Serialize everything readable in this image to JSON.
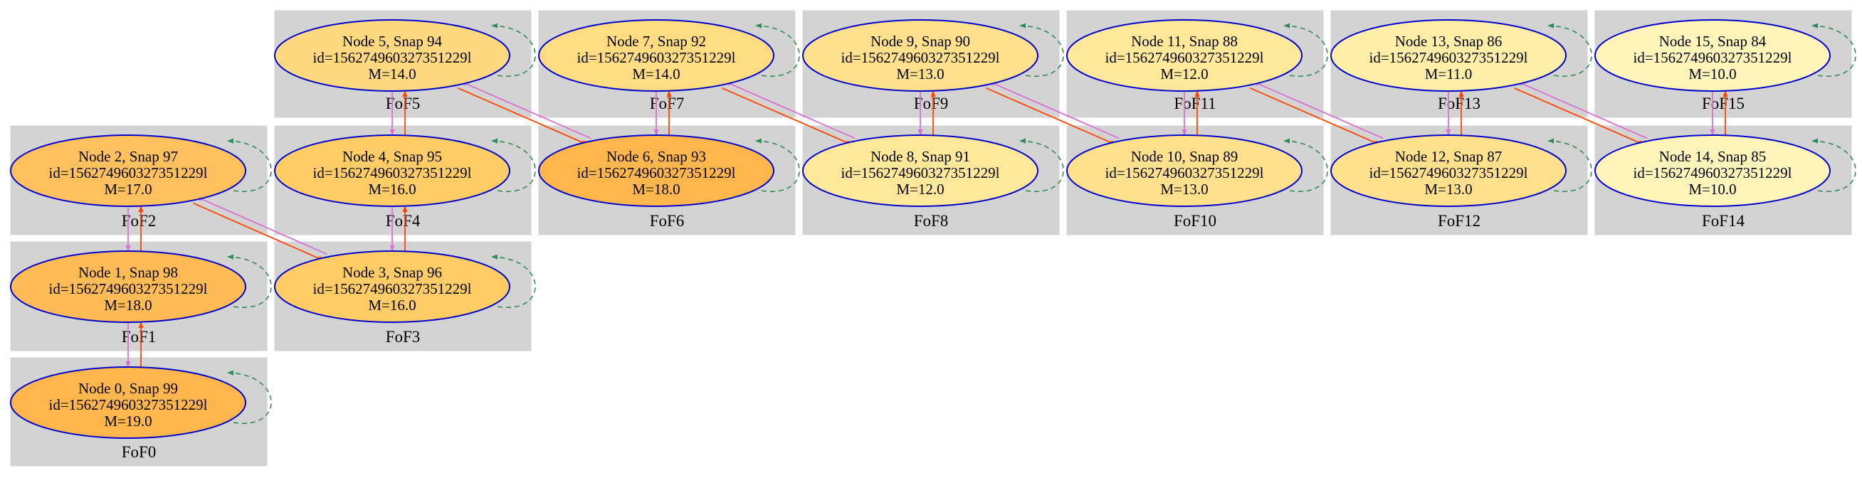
{
  "colors": {
    "cluster_bg": "#d3d3d3",
    "node_border": "#0000cd",
    "edge_progenitor": "#ff4500",
    "edge_descendant": "#da70d6",
    "self_loop": "#2e8b57"
  },
  "clusters": [
    {
      "label": "FoF0"
    },
    {
      "label": "FoF1"
    },
    {
      "label": "FoF2"
    },
    {
      "label": "FoF3"
    },
    {
      "label": "FoF4"
    },
    {
      "label": "FoF5"
    },
    {
      "label": "FoF6"
    },
    {
      "label": "FoF7"
    },
    {
      "label": "FoF8"
    },
    {
      "label": "FoF9"
    },
    {
      "label": "FoF10"
    },
    {
      "label": "FoF11"
    },
    {
      "label": "FoF12"
    },
    {
      "label": "FoF13"
    },
    {
      "label": "FoF14"
    },
    {
      "label": "FoF15"
    }
  ],
  "nodes": [
    {
      "title": "Node 0, Snap 99",
      "id_text": "id=156274960327351229l",
      "mass_text": "M=19.0",
      "fill": "#ffb74d"
    },
    {
      "title": "Node 1, Snap 98",
      "id_text": "id=156274960327351229l",
      "mass_text": "M=18.0",
      "fill": "#ffbb55"
    },
    {
      "title": "Node 2, Snap 97",
      "id_text": "id=156274960327351229l",
      "mass_text": "M=17.0",
      "fill": "#ffc05e"
    },
    {
      "title": "Node 3, Snap 96",
      "id_text": "id=156274960327351229l",
      "mass_text": "M=16.0",
      "fill": "#ffcc66"
    },
    {
      "title": "Node 4, Snap 95",
      "id_text": "id=156274960327351229l",
      "mass_text": "M=16.0",
      "fill": "#ffcc66"
    },
    {
      "title": "Node 5, Snap 94",
      "id_text": "id=156274960327351229l",
      "mass_text": "M=14.0",
      "fill": "#ffd980"
    },
    {
      "title": "Node 6, Snap 93",
      "id_text": "id=156274960327351229l",
      "mass_text": "M=18.0",
      "fill": "#ffb74d"
    },
    {
      "title": "Node 7, Snap 92",
      "id_text": "id=156274960327351229l",
      "mass_text": "M=14.0",
      "fill": "#ffdb82"
    },
    {
      "title": "Node 8, Snap 91",
      "id_text": "id=156274960327351229l",
      "mass_text": "M=12.0",
      "fill": "#ffe899"
    },
    {
      "title": "Node 9, Snap 90",
      "id_text": "id=156274960327351229l",
      "mass_text": "M=13.0",
      "fill": "#ffe08c"
    },
    {
      "title": "Node 10, Snap 89",
      "id_text": "id=156274960327351229l",
      "mass_text": "M=13.0",
      "fill": "#ffe08c"
    },
    {
      "title": "Node 11, Snap 88",
      "id_text": "id=156274960327351229l",
      "mass_text": "M=12.0",
      "fill": "#ffe899"
    },
    {
      "title": "Node 12, Snap 87",
      "id_text": "id=156274960327351229l",
      "mass_text": "M=13.0",
      "fill": "#ffe08c"
    },
    {
      "title": "Node 13, Snap 86",
      "id_text": "id=156274960327351229l",
      "mass_text": "M=11.0",
      "fill": "#ffeea8"
    },
    {
      "title": "Node 14, Snap 85",
      "id_text": "id=156274960327351229l",
      "mass_text": "M=10.0",
      "fill": "#fff5bb"
    },
    {
      "title": "Node 15, Snap 84",
      "id_text": "id=156274960327351229l",
      "mass_text": "M=10.0",
      "fill": "#fff5bb"
    }
  ],
  "edges": [
    {
      "from": 0,
      "to": 1
    },
    {
      "from": 1,
      "to": 2
    },
    {
      "from": 2,
      "to": 3
    },
    {
      "from": 3,
      "to": 4
    },
    {
      "from": 4,
      "to": 5
    },
    {
      "from": 5,
      "to": 6
    },
    {
      "from": 6,
      "to": 7
    },
    {
      "from": 7,
      "to": 8
    },
    {
      "from": 8,
      "to": 9
    },
    {
      "from": 9,
      "to": 10
    },
    {
      "from": 10,
      "to": 11
    },
    {
      "from": 11,
      "to": 12
    },
    {
      "from": 12,
      "to": 13
    },
    {
      "from": 13,
      "to": 14
    },
    {
      "from": 14,
      "to": 15
    }
  ]
}
